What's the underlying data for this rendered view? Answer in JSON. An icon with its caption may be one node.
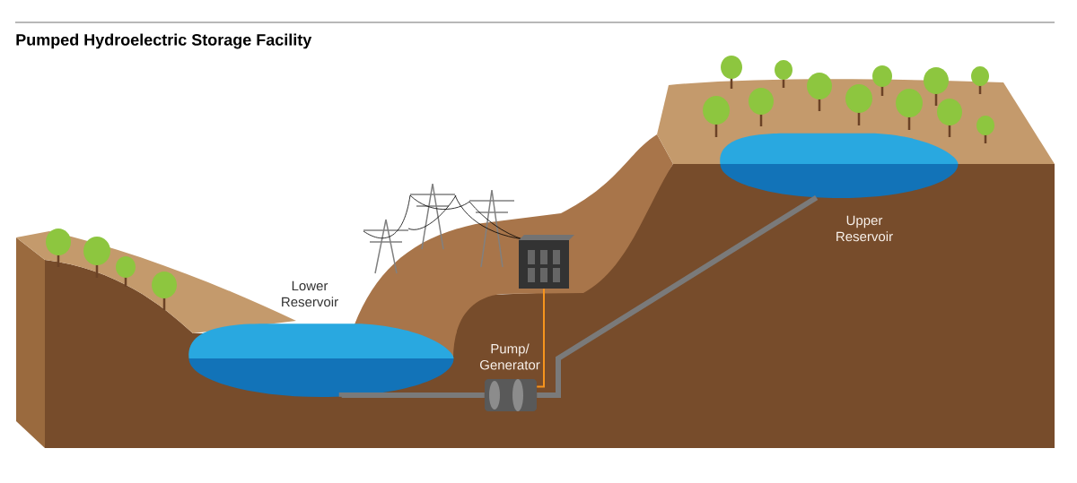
{
  "diagram": {
    "title": "Pumped Hydroelectric Storage Facility",
    "nodes": [
      {
        "text": [
          "Lower Reservoir"
        ]
      },
      {
        "text": [
          "Pump/ Generator"
        ]
      },
      {
        "text": [
          "Upper Reservoir"
        ]
      },
      {
        "text": [],
        "shape": "box"
      }
    ],
    "edges": [
      {
        "from": 0,
        "to": 1,
        "arrow": "none"
      },
      {
        "from": 1,
        "to": 2,
        "arrow": "none"
      },
      {
        "from": 1,
        "to": 3,
        "arrow": "none",
        "color": "#f7941d"
      }
    ]
  }
}
